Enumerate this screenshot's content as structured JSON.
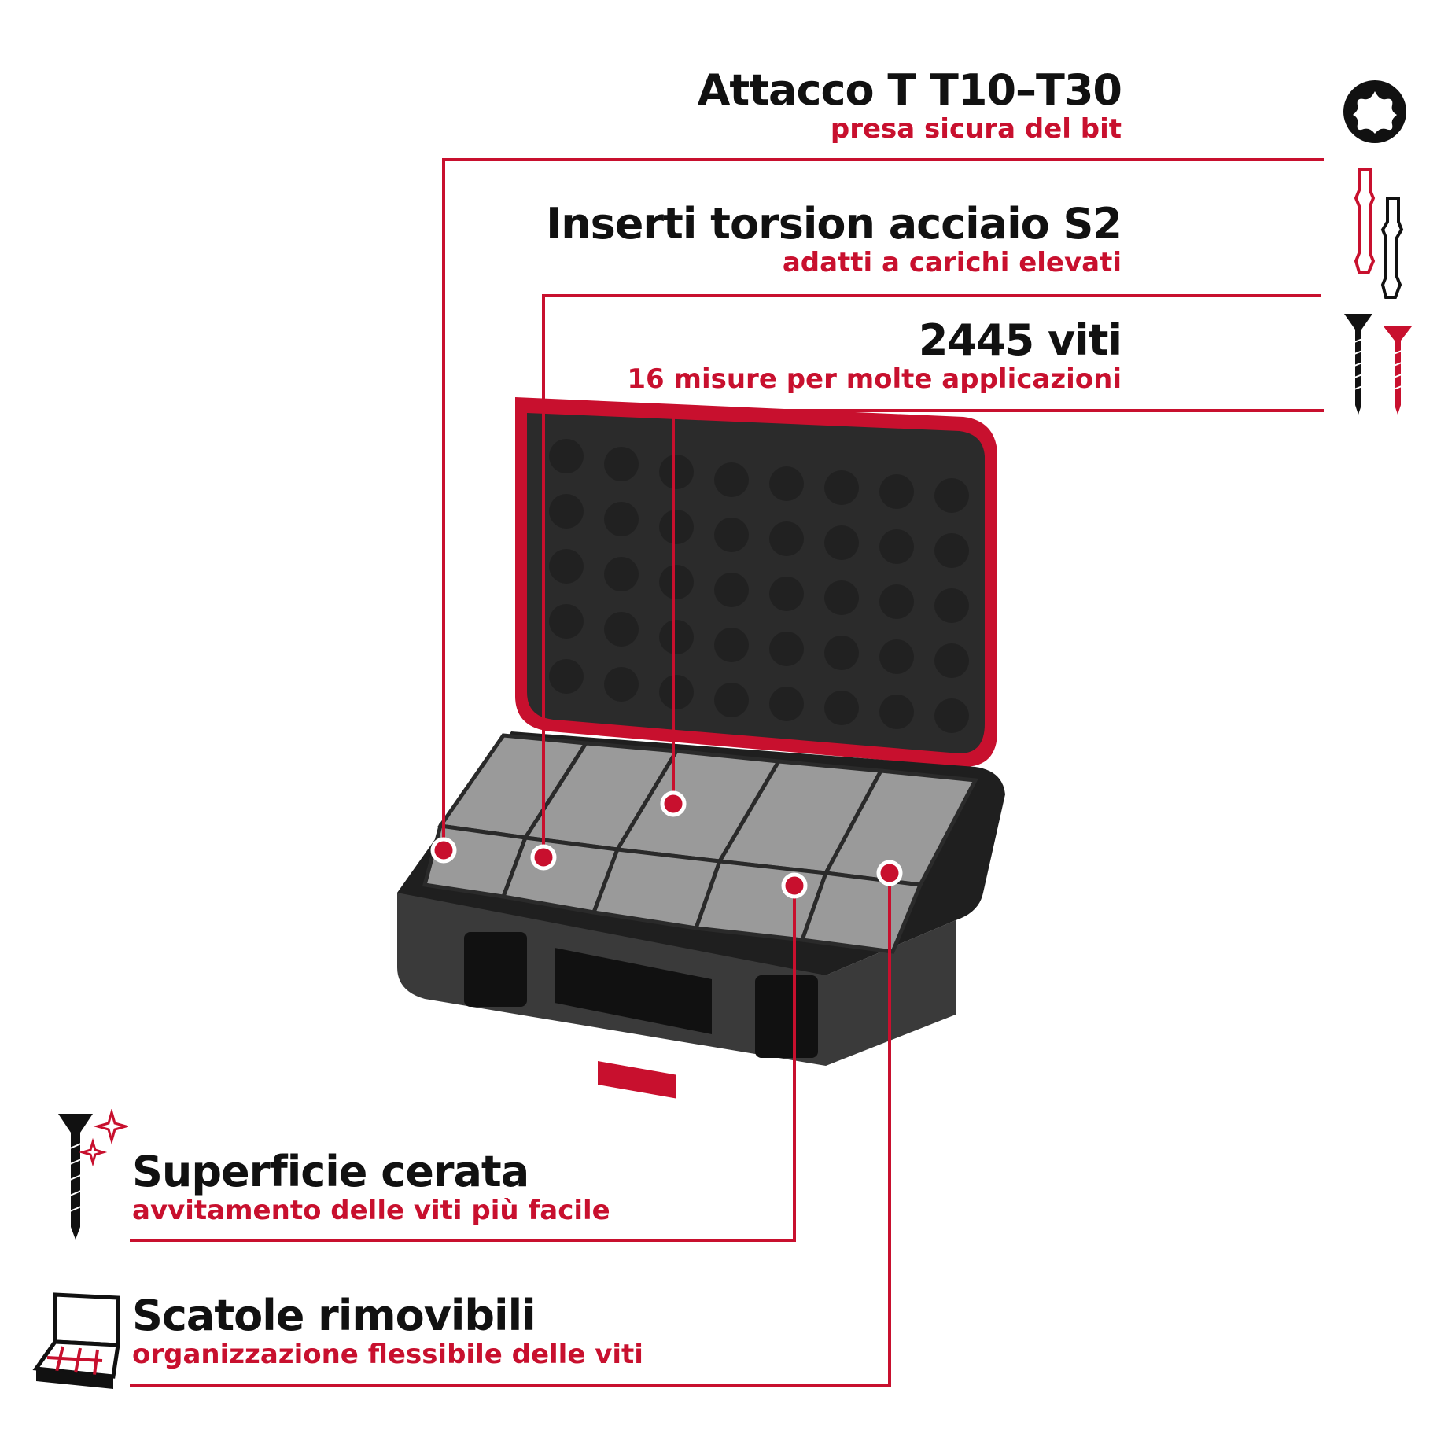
{
  "accent_color": "#c8102e",
  "text_color": "#111111",
  "features": [
    {
      "title": "Attacco T T10–T30",
      "subtitle": "presa sicura del bit",
      "icon": "torx-icon"
    },
    {
      "title": "Inserti torsion acciaio S2",
      "subtitle": "adatti a carichi elevati",
      "icon": "bits-icon"
    },
    {
      "title": "2445 viti",
      "subtitle": "16 misure per molte applicazioni",
      "icon": "screws-icon"
    },
    {
      "title": "Superficie cerata",
      "subtitle": "avvitamento delle viti più facile",
      "icon": "waxed-screw-icon"
    },
    {
      "title": "Scatole rimovibili",
      "subtitle": "organizzazione flessibile delle viti",
      "icon": "case-boxes-icon"
    }
  ]
}
